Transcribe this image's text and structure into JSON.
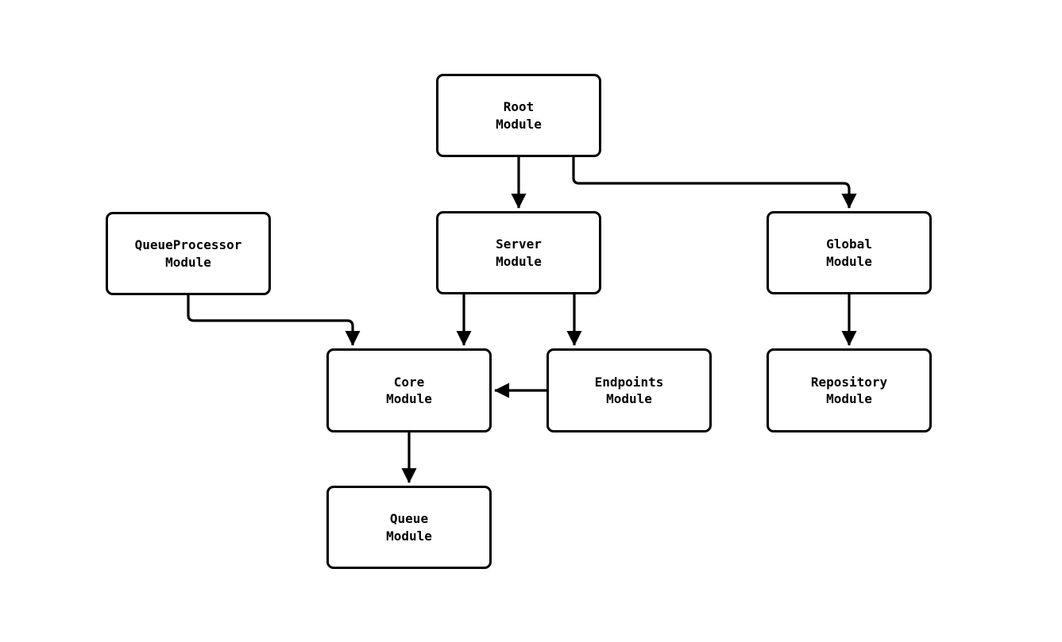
{
  "diagram": {
    "type": "flowchart",
    "direction": "top-down",
    "nodes": [
      {
        "id": "root-module",
        "label": "Root\nModule"
      },
      {
        "id": "server-module",
        "label": "Server\nModule"
      },
      {
        "id": "global-module",
        "label": "Global\nModule"
      },
      {
        "id": "queueprocessor-module",
        "label": "QueueProcessor\nModule"
      },
      {
        "id": "core-module",
        "label": "Core\nModule"
      },
      {
        "id": "endpoints-module",
        "label": "Endpoints\nModule"
      },
      {
        "id": "repository-module",
        "label": "Repository\nModule"
      },
      {
        "id": "queue-module",
        "label": "Queue\nModule"
      }
    ],
    "edges": [
      {
        "from": "Root Module",
        "to": "Server Module"
      },
      {
        "from": "Root Module",
        "to": "Global Module"
      },
      {
        "from": "QueueProcessor Module",
        "to": "Core Module"
      },
      {
        "from": "Server Module",
        "to": "Core Module"
      },
      {
        "from": "Server Module",
        "to": "Endpoints Module"
      },
      {
        "from": "Endpoints Module",
        "to": "Core Module"
      },
      {
        "from": "Global Module",
        "to": "Repository Module"
      },
      {
        "from": "Core Module",
        "to": "Queue Module"
      }
    ],
    "colors": {
      "background": "#ffffff",
      "node_fill": "#ffffff",
      "node_border": "#000000",
      "edge": "#000000",
      "text": "#000000"
    }
  }
}
